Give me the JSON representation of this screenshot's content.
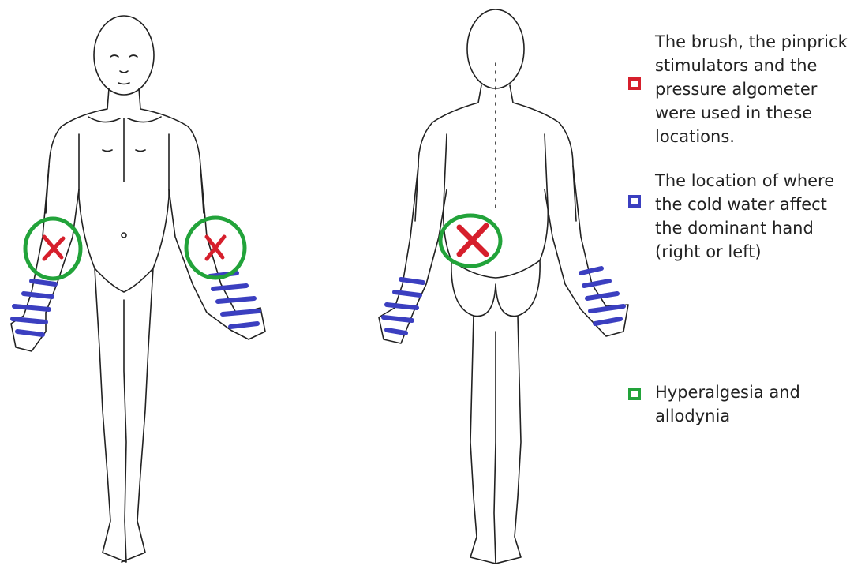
{
  "colors": {
    "red": "#d61f2c",
    "blue": "#3b3fc0",
    "green": "#22a33a",
    "outline": "#222222"
  },
  "legend": [
    {
      "key": "red",
      "text": "The brush, the pinprick stimulators and the pressure algometer were used in these locations."
    },
    {
      "key": "blue",
      "text": "The location of where the cold water affect the dominant hand (right or left)"
    },
    {
      "key": "green",
      "text": "Hyperalgesia and allodynia"
    }
  ],
  "figures": [
    {
      "view": "front",
      "markers": [
        "left-forearm",
        "right-forearm"
      ],
      "hands_marked": true
    },
    {
      "view": "back",
      "markers": [
        "lower-back"
      ],
      "hands_marked": true
    }
  ]
}
